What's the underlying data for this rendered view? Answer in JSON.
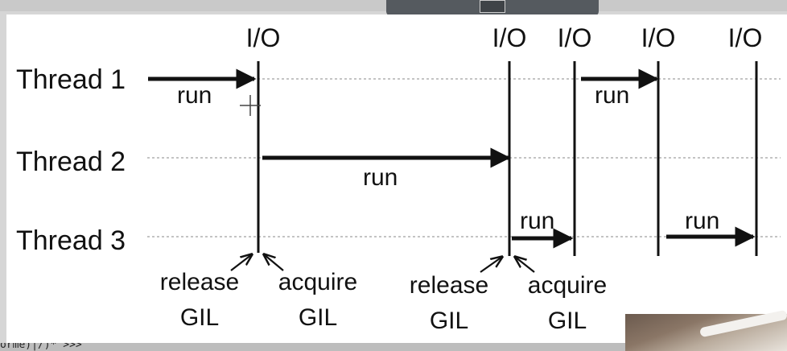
{
  "diagram": {
    "threads": [
      "Thread 1",
      "Thread 2",
      "Thread 3"
    ],
    "io_labels": [
      "I/O",
      "I/O",
      "I/O",
      "I/O",
      "I/O"
    ],
    "run_label": "run",
    "gil_events": [
      {
        "action": "release",
        "object": "GIL"
      },
      {
        "action": "acquire",
        "object": "GIL"
      },
      {
        "action": "release",
        "object": "GIL"
      },
      {
        "action": "acquire",
        "object": "GIL"
      }
    ]
  },
  "chrome": {
    "bottom_text": "orme)|/)* >>>"
  },
  "colors": {
    "ink": "#111111",
    "dotted": "#8a8a8a",
    "background": "#ffffff"
  }
}
